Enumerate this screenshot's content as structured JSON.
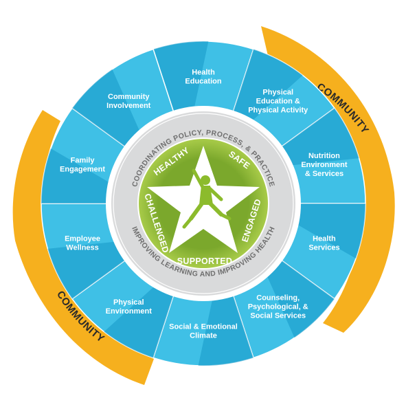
{
  "components": [
    {
      "key": "health-education",
      "lines": [
        "Health",
        "Education"
      ]
    },
    {
      "key": "physical-education",
      "lines": [
        "Physical",
        "Education &",
        "Physical Activity"
      ]
    },
    {
      "key": "nutrition",
      "lines": [
        "Nutrition",
        "Environment",
        "& Services"
      ]
    },
    {
      "key": "health-services",
      "lines": [
        "Health",
        "Services"
      ]
    },
    {
      "key": "counseling",
      "lines": [
        "Counseling,",
        "Psychological, &",
        "Social Services"
      ]
    },
    {
      "key": "social-emotional-climate",
      "lines": [
        "Social & Emotional",
        "Climate"
      ]
    },
    {
      "key": "physical-environment",
      "lines": [
        "Physical",
        "Environment"
      ]
    },
    {
      "key": "employee-wellness",
      "lines": [
        "Employee",
        "Wellness"
      ]
    },
    {
      "key": "family-engagement",
      "lines": [
        "Family",
        "Engagement"
      ]
    },
    {
      "key": "community-involvement",
      "lines": [
        "Community",
        "Involvement"
      ]
    }
  ],
  "ring": {
    "top_text": "COORDINATING POLICY, PROCESS, & PRACTICE",
    "bottom_text": "IMPROVING LEARNING AND IMPROVING HEALTH"
  },
  "tenets": {
    "healthy": "HEALTHY",
    "safe": "SAFE",
    "engaged": "ENGAGED",
    "supported": "SUPPORTED",
    "challenged": "CHALLENGED"
  },
  "community": {
    "top_label": "COMMUNITY",
    "bottom_label": "COMMUNITY"
  },
  "colors": {
    "community_orange": "#f6b01e",
    "segment_blue_light": "#3fc0e6",
    "segment_blue_dark": "#1597c7",
    "separator_white": "#ffffff",
    "ring_gray": "#d9dadb",
    "tenet_green": "#9cc13d",
    "tenet_green_dark": "#7ba82c",
    "star_white": "#ffffff",
    "figure_green": "#8cbb2c"
  },
  "icons": {
    "center_figure": "jumping-child-icon",
    "center_shape": "star-icon"
  }
}
